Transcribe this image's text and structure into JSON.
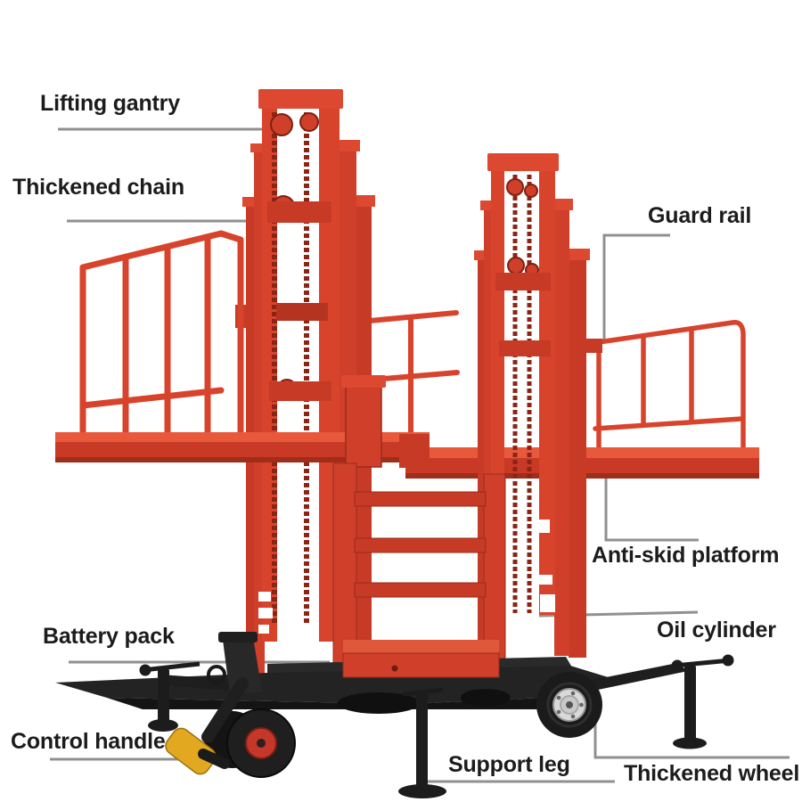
{
  "figure": {
    "type": "annotated-product-diagram",
    "subject": "Double-mast mobile lifting platform with callout labels",
    "background_color": "#ffffff"
  },
  "colors": {
    "machine_red": "#d8432c",
    "machine_red_light": "#e8593c",
    "machine_red_dark": "#a02c1a",
    "chassis_black": "#232323",
    "handle_yellow": "#e2a81f",
    "wheel_hub_red": "#c5372a",
    "wheel_hub_silver": "#d9d9d9",
    "leader_line_gray": "#909090",
    "label_text": "#1c1c1c"
  },
  "labels": [
    {
      "id": "lifting-gantry",
      "text": "Lifting gantry"
    },
    {
      "id": "thickened-chain",
      "text": "Thickened chain"
    },
    {
      "id": "guard-rail",
      "text": "Guard rail"
    },
    {
      "id": "anti-skid-platform",
      "text": "Anti-skid platform"
    },
    {
      "id": "oil-cylinder",
      "text": "Oil cylinder"
    },
    {
      "id": "battery-pack",
      "text": "Battery pack"
    },
    {
      "id": "control-handle",
      "text": "Control handle"
    },
    {
      "id": "support-leg",
      "text": "Support leg"
    },
    {
      "id": "thickened-wheel",
      "text": "Thickened wheel"
    }
  ]
}
